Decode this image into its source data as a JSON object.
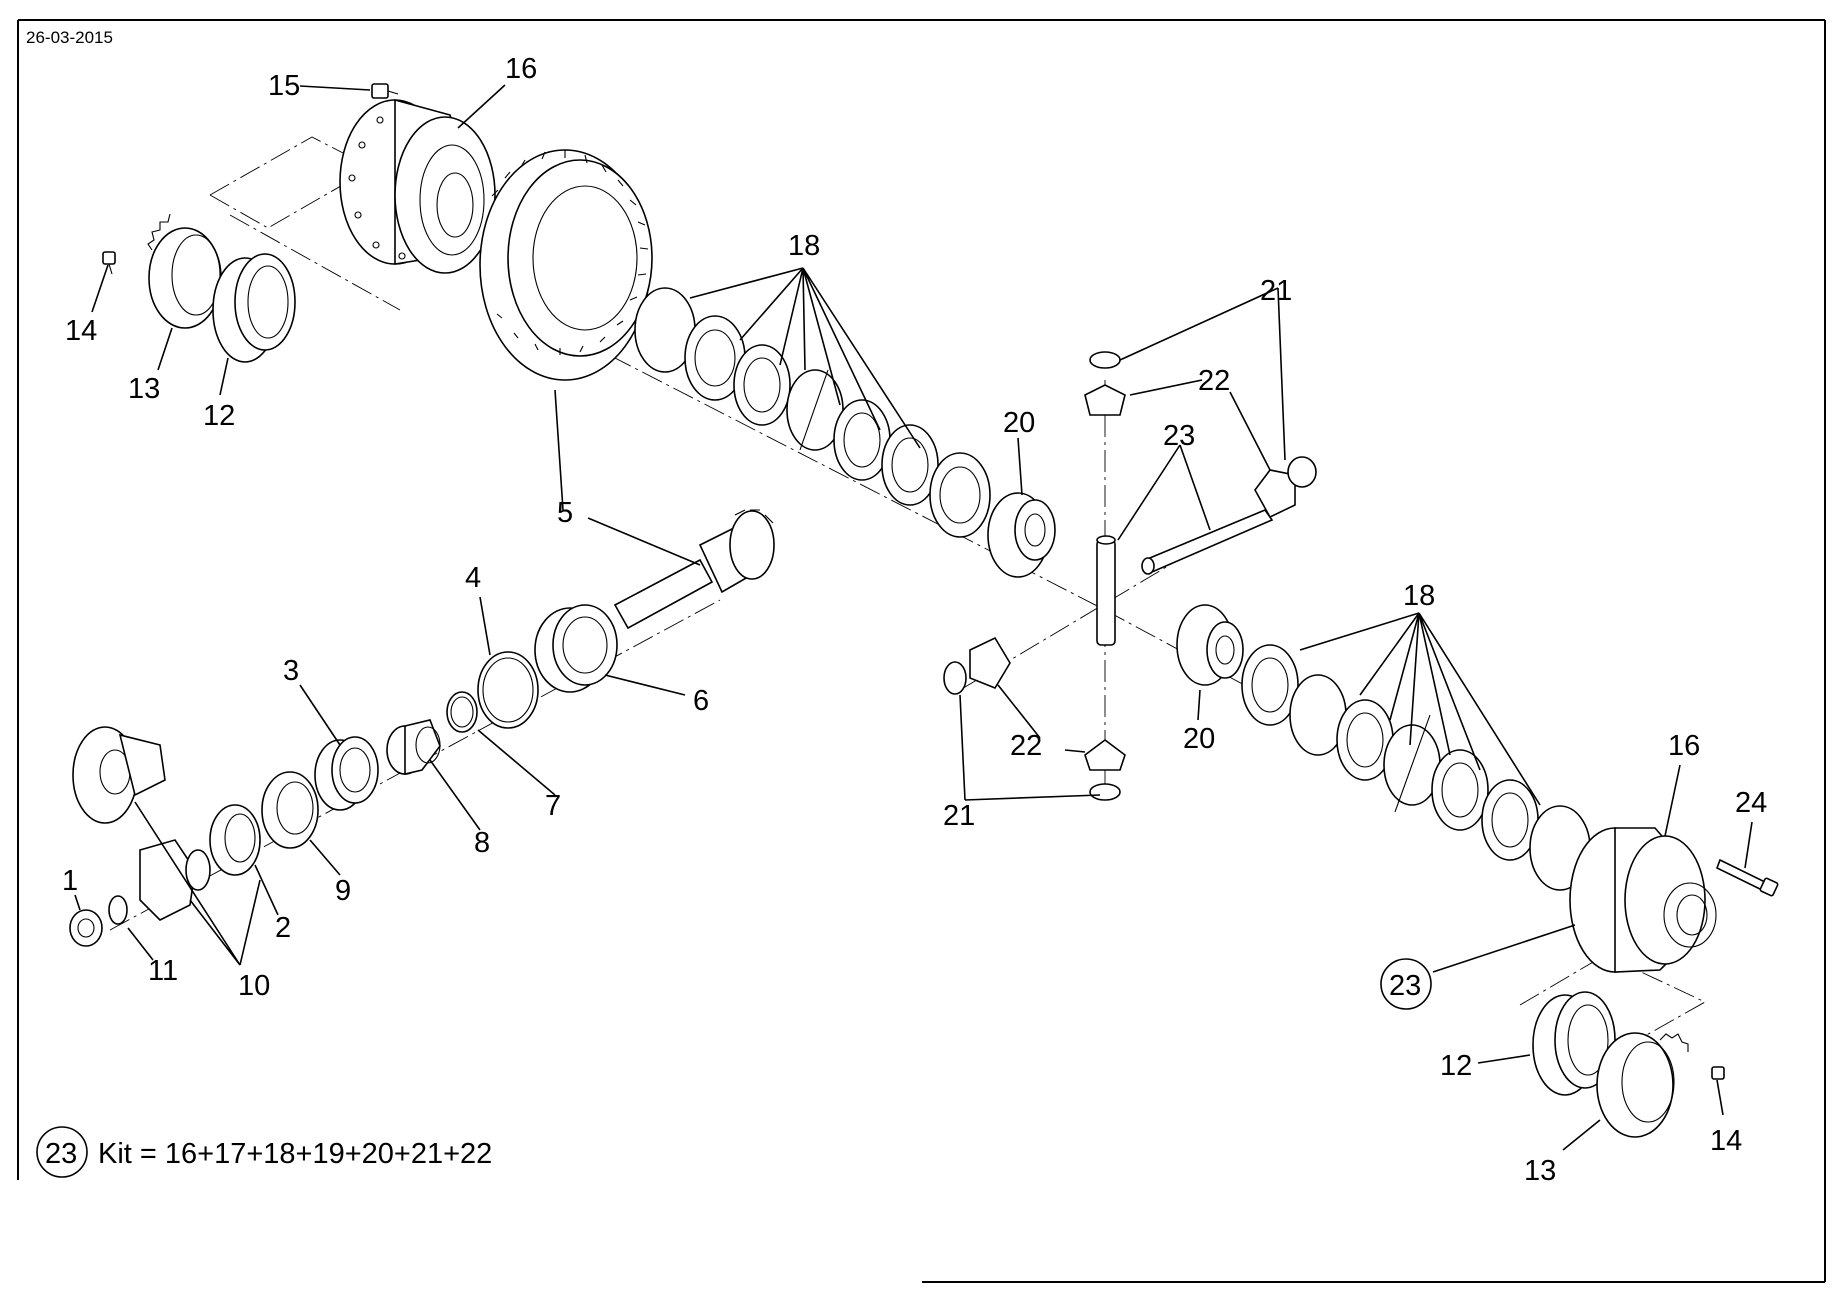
{
  "drawing": {
    "date": "26-03-2015",
    "kit_number": "23",
    "kit_text": "Kit = 16+17+18+19+20+21+22"
  },
  "callouts": {
    "c1": "1",
    "c2": "2",
    "c3": "3",
    "c4": "4",
    "c5": "5",
    "c6": "6",
    "c7": "7",
    "c8": "8",
    "c9": "9",
    "c10": "10",
    "c11": "11",
    "c12_top": "12",
    "c13_top": "13",
    "c14_top": "14",
    "c15": "15",
    "c16_top": "16",
    "c18_top": "18",
    "c20_top": "20",
    "c21_top": "21",
    "c22_top": "22",
    "c23_shaft": "23",
    "c18_bottom": "18",
    "c16_bottom": "16",
    "c24": "24",
    "c23_kit": "23",
    "c12_bottom": "12",
    "c13_bottom": "13",
    "c14_bottom": "14",
    "c20_bottom": "20",
    "c22_bottom_left": "22",
    "c21_bottom": "21"
  }
}
